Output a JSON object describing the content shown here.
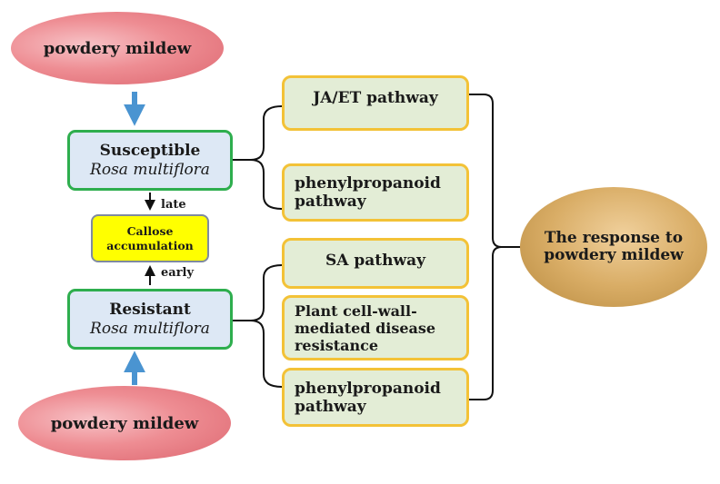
{
  "nodes": {
    "mildew_top": "powdery mildew",
    "mildew_bottom": "powdery mildew",
    "susceptible": {
      "line1": "Susceptible",
      "line2": "Rosa multiflora"
    },
    "resistant": {
      "line1": "Resistant",
      "line2": "Rosa multiflora"
    },
    "callose": {
      "line1": "Callose",
      "line2": "accumulation"
    },
    "response": "The response to powdery mildew"
  },
  "edge_labels": {
    "late": "late",
    "early": "early"
  },
  "pathways": {
    "susceptible": [
      {
        "label": "JA/ET pathway"
      },
      {
        "label": "phenylpropanoid pathway"
      }
    ],
    "resistant": [
      {
        "label": "SA pathway"
      },
      {
        "label": "Plant cell-wall-mediated disease resistance"
      },
      {
        "label": "phenylpropanoid pathway"
      }
    ]
  },
  "colors": {
    "mildew": "#e2747c",
    "response": "#d4a75e",
    "box_border_green": "#2eae4e",
    "box_fill_blue": "#dde8f5",
    "callose_fill": "#ffff00",
    "pathway_border": "#f3c237",
    "pathway_fill": "#e3edd6",
    "arrow_blue": "#4a94d1"
  }
}
